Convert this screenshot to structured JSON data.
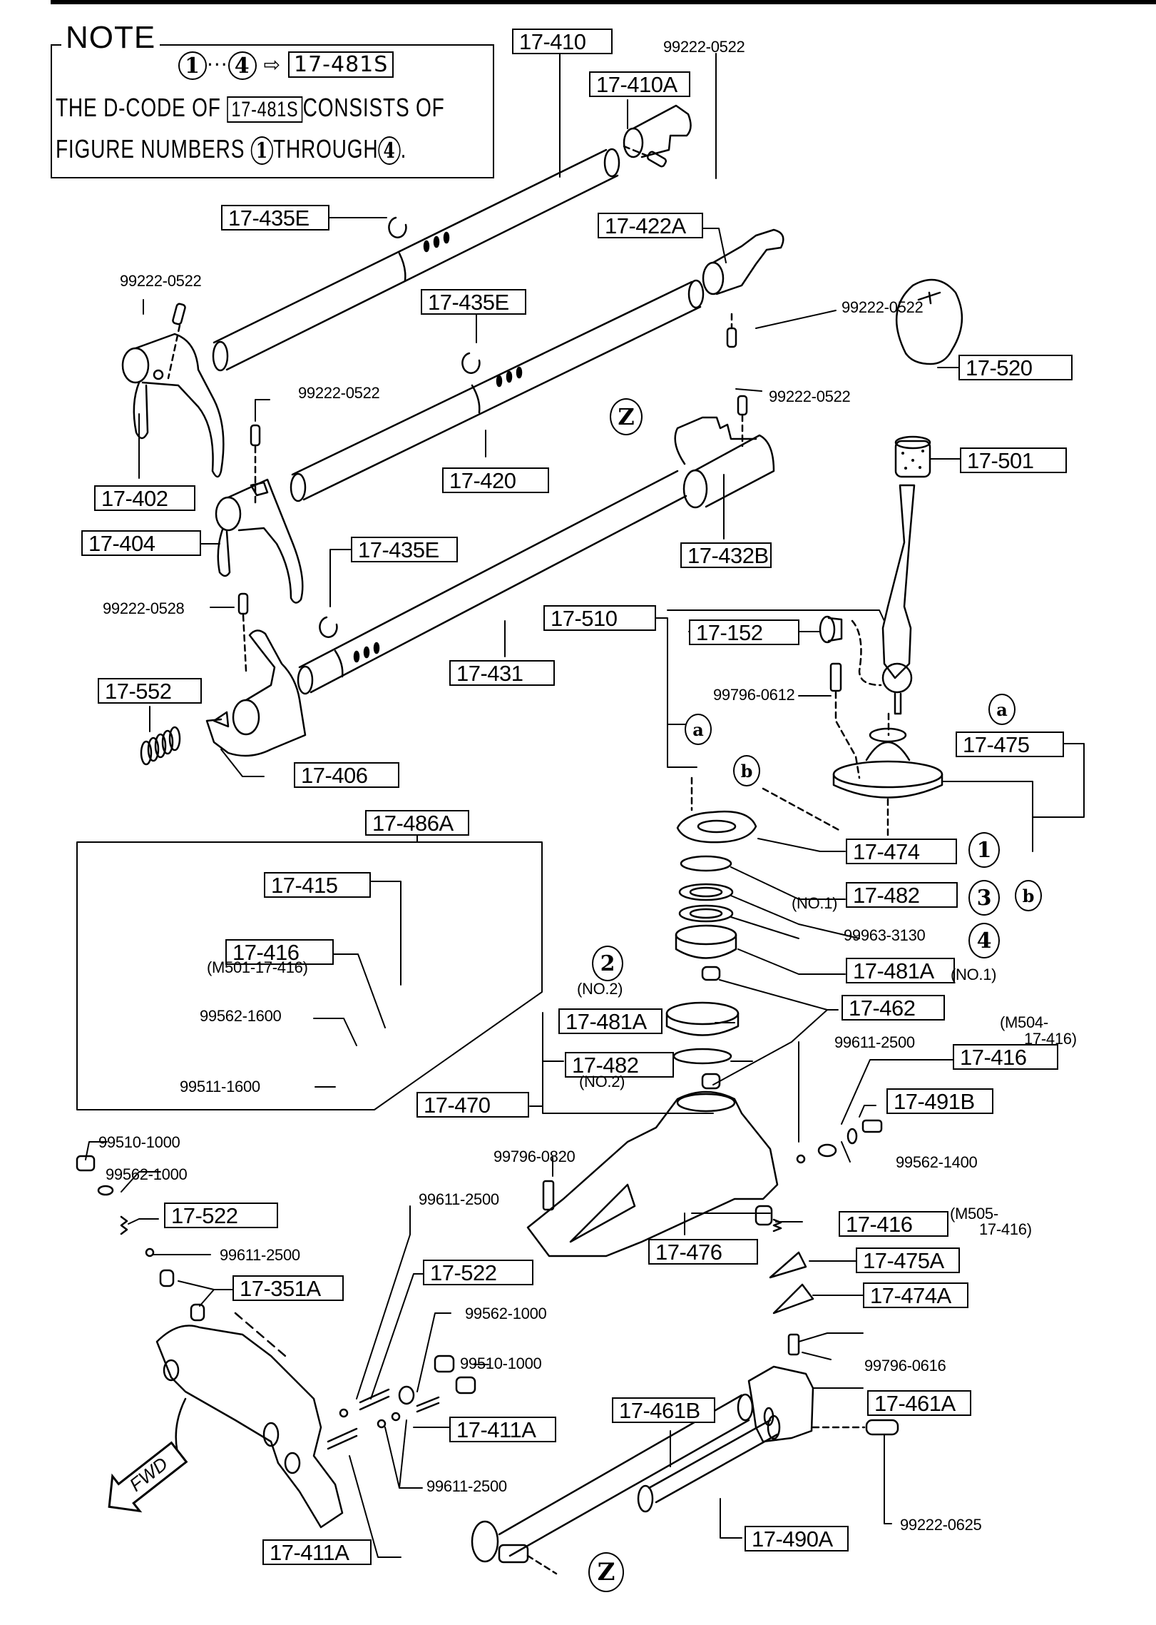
{
  "note": {
    "title": "NOTE",
    "range_start": "1",
    "range_sep": "···",
    "range_end": "4",
    "arrow": "⇨",
    "kit_code": "17-481S",
    "line1_prefix": "THE D-CODE OF",
    "line1_code": "17-481S",
    "line1_suffix": "CONSISTS OF",
    "line2_prefix": "FIGURE NUMBERS",
    "line2_start": "1",
    "line2_mid": "THROUGH",
    "line2_end": "4",
    "line2_suffix": "."
  },
  "boxed_parts": [
    "17-410",
    "17-410A",
    "17-435E",
    "17-422A",
    "17-435E",
    "17-402",
    "17-420",
    "17-404",
    "17-435E",
    "17-432B",
    "17-520",
    "17-501",
    "17-552",
    "17-406",
    "17-431",
    "17-510",
    "17-152",
    "17-475",
    "17-486A",
    "17-415",
    "17-416",
    "17-474",
    "17-482",
    "17-481A",
    "17-462",
    "17-481A",
    "17-482",
    "17-470",
    "17-416",
    "17-491B",
    "17-522",
    "17-351A",
    "17-476",
    "17-416",
    "17-475A",
    "17-474A",
    "17-522",
    "17-411A",
    "17-461B",
    "17-461A",
    "17-490A",
    "17-411A"
  ],
  "plain_parts": [
    "99222-0522",
    "99222-0522",
    "99222-0522",
    "99222-0522",
    "99222-0522",
    "99222-0528",
    "99796-0612",
    "99963-3130",
    "(M501-17-416)",
    "99562-1600",
    "99511-1600",
    "(NO.1)",
    "(NO.2)",
    "(NO.1)",
    "(NO.2)",
    "99611-2500",
    "(M504-",
    "17-416)",
    "99562-1400",
    "99510-1000",
    "99562-1000",
    "99611-2500",
    "99796-0820",
    "99611-2500",
    "(M505-",
    "17-416)",
    "99562-1000",
    "99510-1000",
    "99796-0616",
    "99611-2500",
    "99222-0625"
  ],
  "reference_marks": [
    "Z",
    "a",
    "a",
    "b",
    "1",
    "3",
    "b",
    "4",
    "2",
    "Z"
  ],
  "direction_indicator": "FWD"
}
